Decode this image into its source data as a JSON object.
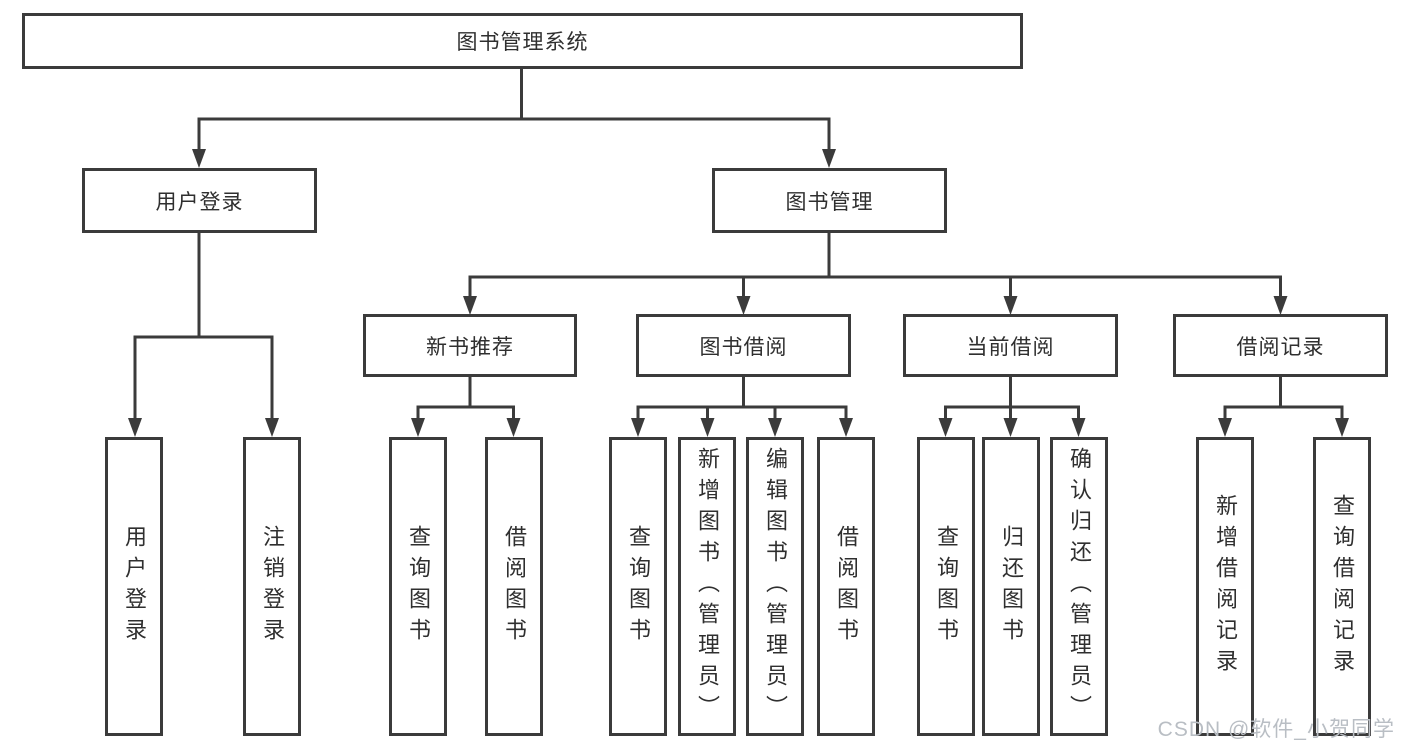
{
  "diagram": {
    "root": {
      "label": "图书管理系统"
    },
    "branches": [
      {
        "label": "用户登录",
        "children": [
          {
            "label": "用户登录"
          },
          {
            "label": "注销登录"
          }
        ]
      },
      {
        "label": "图书管理",
        "children": [
          {
            "label": "新书推荐",
            "children": [
              {
                "label": "查询图书"
              },
              {
                "label": "借阅图书"
              }
            ]
          },
          {
            "label": "图书借阅",
            "children": [
              {
                "label": "查询图书"
              },
              {
                "label": "新增图书（管理员）"
              },
              {
                "label": "编辑图书（管理员）"
              },
              {
                "label": "借阅图书"
              }
            ]
          },
          {
            "label": "当前借阅",
            "children": [
              {
                "label": "查询图书"
              },
              {
                "label": "归还图书"
              },
              {
                "label": "确认归还（管理员）"
              }
            ]
          },
          {
            "label": "借阅记录",
            "children": [
              {
                "label": "新增借阅记录"
              },
              {
                "label": "查询借阅记录"
              }
            ]
          }
        ]
      }
    ]
  },
  "watermark": {
    "text": "CSDN @软件_小贺同学"
  },
  "colors": {
    "line": "#3b3b3b",
    "text": "#2f2f2f",
    "background": "#ffffff",
    "watermark": "#b9bec4"
  }
}
